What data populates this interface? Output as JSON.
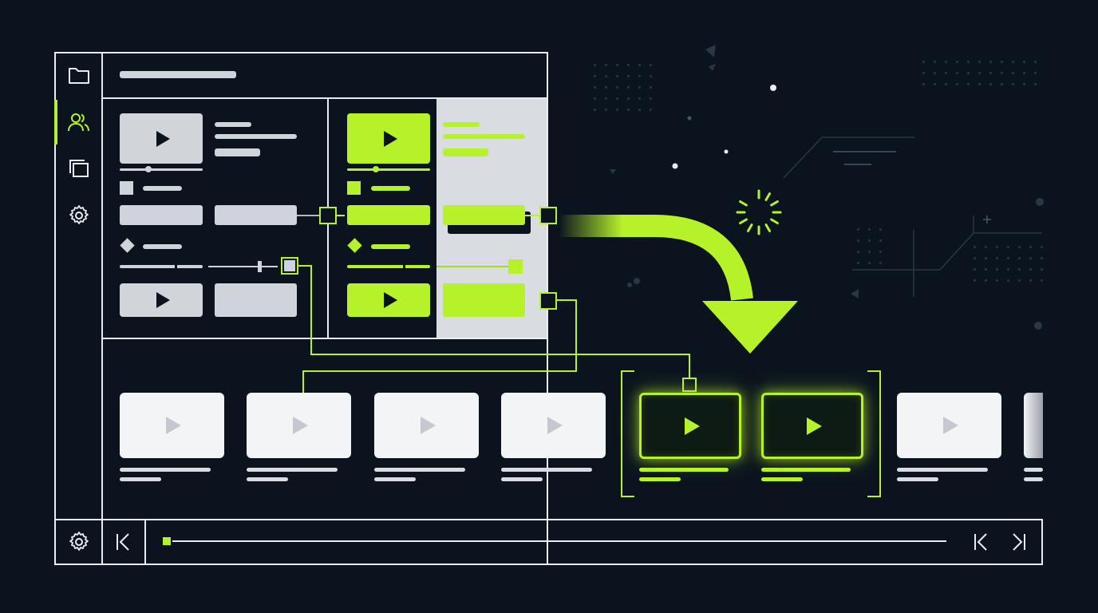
{
  "app": {
    "accent_color": "#b6f22a",
    "background_color": "#0b131e",
    "line_color": "#e9edf2"
  },
  "sidebar": {
    "items": [
      {
        "icon": "folder-icon",
        "active": false
      },
      {
        "icon": "users-icon",
        "active": true
      },
      {
        "icon": "layers-icon",
        "active": false
      },
      {
        "icon": "gear-icon",
        "active": false
      }
    ],
    "bottom_icon": "gear-icon"
  },
  "timeline": {
    "progress": 0.0,
    "controls": [
      "skip-to-start-icon",
      "skip-back-icon",
      "skip-forward-icon"
    ]
  },
  "filmstrip": {
    "cards": [
      {
        "state": "default"
      },
      {
        "state": "default"
      },
      {
        "state": "default"
      },
      {
        "state": "default"
      },
      {
        "state": "selected"
      },
      {
        "state": "selected"
      },
      {
        "state": "default"
      },
      {
        "state": "partial"
      }
    ]
  },
  "decor": {
    "arrow": "curved-arrow-down",
    "spinner": "loading-spinner-icon"
  }
}
